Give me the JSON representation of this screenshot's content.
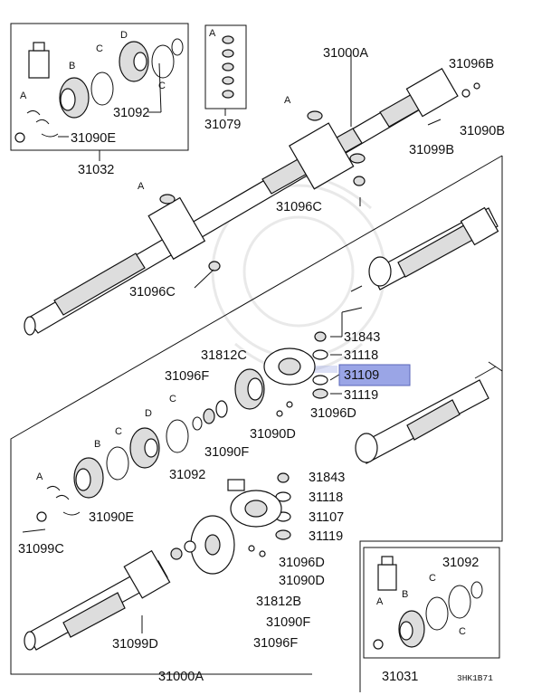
{
  "labels": {
    "top_box": "31032",
    "cup_box": "31079",
    "shaft_upper": "31000A",
    "shaft_lower": "31000A",
    "yoke_b_top": "31096B",
    "bolt_top": "31090B",
    "bolt_top_b": "31099B",
    "nut_c1": "31096C",
    "nut_c2": "31096C",
    "clip_top": "31092",
    "washer_top": "31090E",
    "l31843a": "31843",
    "l31118a": "31118",
    "l31109": "31109",
    "l31119a": "31119",
    "l31812c": "31812C",
    "l31096f_a": "31096F",
    "l31096d_a": "31096D",
    "l31090d_a": "31090D",
    "l31090f_a": "31090F",
    "l31092_mid": "31092",
    "l31090e_mid": "31090E",
    "l31099c": "31099C",
    "l31843b": "31843",
    "l31118b": "31118",
    "l31107": "31107",
    "l31119b": "31119",
    "l31096d_b": "31096D",
    "l31090d_b": "31090D",
    "l31812b": "31812B",
    "l31090f_b": "31090F",
    "l31096f_b": "31096F",
    "l31099d": "31099D",
    "l31031": "31031",
    "l31092_br": "31092",
    "letter_a": "A",
    "letter_b": "B",
    "letter_c": "C",
    "letter_d": "D",
    "code": "3HK1B71"
  },
  "highlight": "#9aa5e6"
}
